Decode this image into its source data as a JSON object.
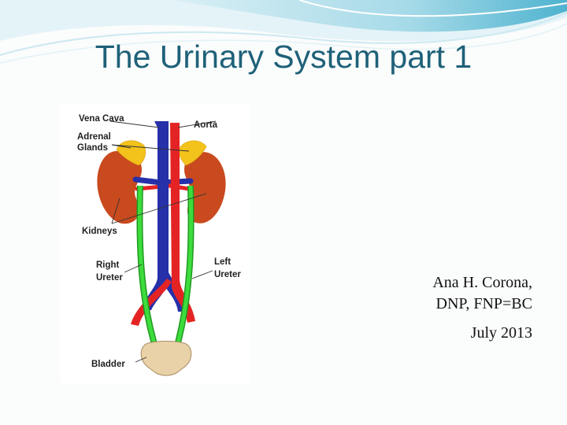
{
  "slide": {
    "title": "The Urinary System part 1",
    "author_name": "Ana H. Corona,",
    "author_credentials": "DNP, FNP=BC",
    "date": "July 2013"
  },
  "diagram_labels": {
    "vena_cava": "Vena Cava",
    "aorta": "Aorta",
    "adrenal_line1": "Adrenal",
    "adrenal_line2": "Glands",
    "kidneys": "Kidneys",
    "right_ureter_line1": "Right",
    "right_ureter_line2": "Ureter",
    "left_ureter_line1": "Left",
    "left_ureter_line2": "Ureter",
    "bladder": "Bladder"
  },
  "colors": {
    "title": "#1f6179",
    "wave_light": "#bfe3ee",
    "wave_mid": "#7cc6da",
    "kidney": "#c94a1e",
    "adrenal": "#f3c21b",
    "vena_cava": "#2630a8",
    "aorta": "#e42424",
    "ureter": "#3ddc3d",
    "bladder": "#ead2a8"
  }
}
